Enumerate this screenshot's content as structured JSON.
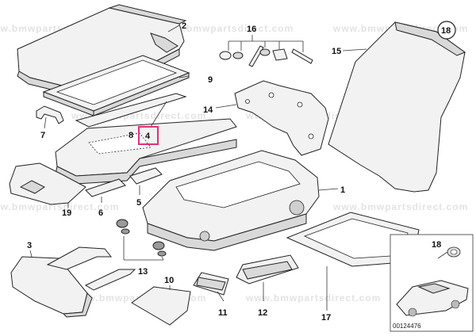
{
  "watermark_text": "www.bmwpartsdirect.com",
  "catalog_number": "00124476",
  "callouts": [
    {
      "id": "2",
      "label": "2"
    },
    {
      "id": "9",
      "label": "9"
    },
    {
      "id": "7",
      "label": "7"
    },
    {
      "id": "8",
      "label": "8"
    },
    {
      "id": "4",
      "label": "4",
      "highlighted": true
    },
    {
      "id": "16",
      "label": "16"
    },
    {
      "id": "14",
      "label": "14"
    },
    {
      "id": "15",
      "label": "15"
    },
    {
      "id": "18a",
      "label": "18",
      "circled": true
    },
    {
      "id": "1",
      "label": "1"
    },
    {
      "id": "19",
      "label": "19"
    },
    {
      "id": "6",
      "label": "6"
    },
    {
      "id": "5",
      "label": "5"
    },
    {
      "id": "3",
      "label": "3"
    },
    {
      "id": "13",
      "label": "13"
    },
    {
      "id": "10",
      "label": "10"
    },
    {
      "id": "11",
      "label": "11"
    },
    {
      "id": "12",
      "label": "12"
    },
    {
      "id": "17",
      "label": "17"
    },
    {
      "id": "18b",
      "label": "18"
    }
  ],
  "colors": {
    "highlight": "#e0307a",
    "line": "#222222",
    "part_fill": "#f2f2f2",
    "watermark": "#e3e3e3"
  }
}
